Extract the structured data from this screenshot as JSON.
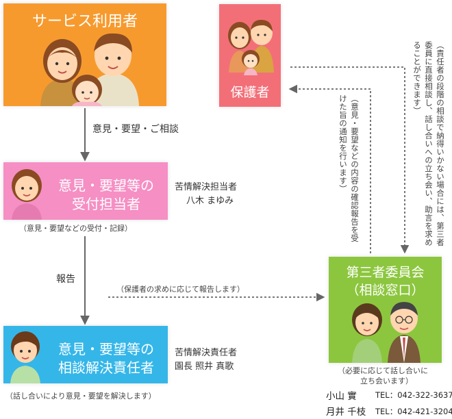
{
  "colors": {
    "user": "#f79a2e",
    "guardian": "#f36f78",
    "reception": "#f58fc4",
    "resolution": "#35b6e8",
    "committee": "#8cc63f",
    "arrow": "#666666"
  },
  "nodes": {
    "user": {
      "title": "サービス利用者"
    },
    "guardian": {
      "title": "保護者"
    },
    "reception": {
      "title_line1": "意見・要望等の",
      "title_line2": "受付担当者",
      "role": "苦情解決担当者",
      "person": "八木 まゆみ",
      "note": "（意見・要望などの受付・記録）"
    },
    "resolution": {
      "title_line1": "意見・要望等の",
      "title_line2": "相談解決責任者",
      "role": "苦情解決責任者",
      "person": "園長 照井 真歌",
      "note": "（話し合いにより意見・要望を解決します）"
    },
    "committee": {
      "title_line1": "第三者委員会",
      "title_line2": "（相談窓口）",
      "note_line1": "（必要に応じて話し合いに",
      "note_line2": "立ち会います）",
      "members": [
        {
          "name": "小山 實",
          "tel": "TEL：042-322-3637"
        },
        {
          "name": "月井 千枝",
          "tel": "TEL：042-421-3204"
        }
      ]
    }
  },
  "edges": {
    "user_to_reception": "意見・要望・ご相談",
    "reception_to_resolution": "報告",
    "resolution_to_committee": "（保護者の求めに応じて報告します）",
    "committee_to_guardian": "（意見・要望などの内容の確認報告を受けた旨の通知を行います）",
    "guardian_to_committee": "（責任者の段階の相談で納得いかない場合には、第三者委員に直接相談し、話し合いへの立ち会い、助言を求めることができます）"
  }
}
